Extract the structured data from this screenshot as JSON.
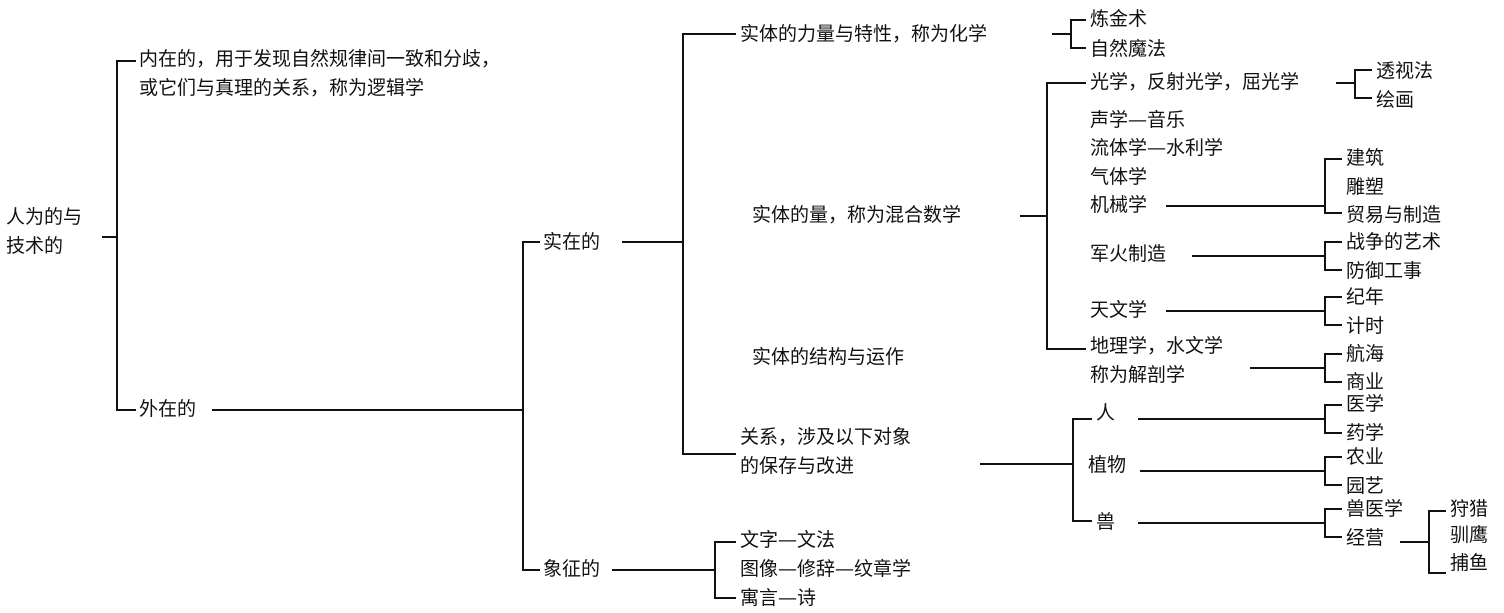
{
  "nodes": {
    "root": "人为的与\n技术的",
    "internal": "内在的，用于发现自然规律间一致和分歧，\n或它们与真理的关系，称为逻辑学",
    "external": "外在的",
    "real": "实在的",
    "symbolic": "象征的",
    "chemistry": "实体的力量与特性，称为化学",
    "alchemy": "炼金术",
    "natural_magic": "自然魔法",
    "mixed_math": "实体的量，称为混合数学",
    "optics": "光学，反射光学，屈光学",
    "perspective": "透视法",
    "painting": "绘画",
    "acoustics": "声学—音乐",
    "hydro": "流体学—水利学",
    "pneumatics": "气体学",
    "mechanics": "机械学",
    "architecture": "建筑",
    "sculpture": "雕塑",
    "trade": "贸易与制造",
    "military": "军火制造",
    "art_of_war": "战争的艺术",
    "fortification": "防御工事",
    "astronomy": "天文学",
    "chronology": "纪年",
    "timekeeping": "计时",
    "geography": "地理学，水文学",
    "navigation": "航海",
    "commerce": "商业",
    "structure": "实体的结构与运作",
    "anatomy": "称为解剖学",
    "relations": "关系，涉及以下对象\n的保存与改进",
    "man": "人",
    "medicine": "医学",
    "pharmacy": "药学",
    "plants": "植物",
    "agriculture": "农业",
    "gardening": "园艺",
    "animals": "兽",
    "veterinary": "兽医学",
    "husbandry": "经营",
    "hunting": "狩猎",
    "falconry": "驯鹰",
    "fishing": "捕鱼",
    "writing": "文字—文法",
    "images": "图像—修辞—纹章学",
    "allegory": "寓言—诗"
  }
}
